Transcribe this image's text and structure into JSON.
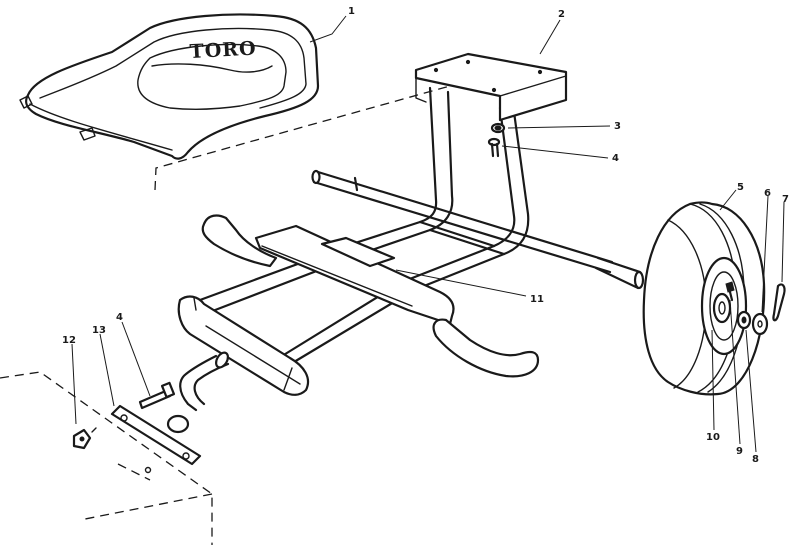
{
  "seat": {
    "brand": "TORO"
  },
  "callouts": [
    {
      "id": "c1",
      "label": "1"
    },
    {
      "id": "c2",
      "label": "2"
    },
    {
      "id": "c3",
      "label": "3"
    },
    {
      "id": "c4a",
      "label": "4"
    },
    {
      "id": "c5",
      "label": "5"
    },
    {
      "id": "c6",
      "label": "6"
    },
    {
      "id": "c7",
      "label": "7"
    },
    {
      "id": "c8",
      "label": "8"
    },
    {
      "id": "c9",
      "label": "9"
    },
    {
      "id": "c10",
      "label": "10"
    },
    {
      "id": "c11",
      "label": "11"
    },
    {
      "id": "c12",
      "label": "12"
    },
    {
      "id": "c13",
      "label": "13"
    },
    {
      "id": "c4b",
      "label": "4"
    }
  ]
}
